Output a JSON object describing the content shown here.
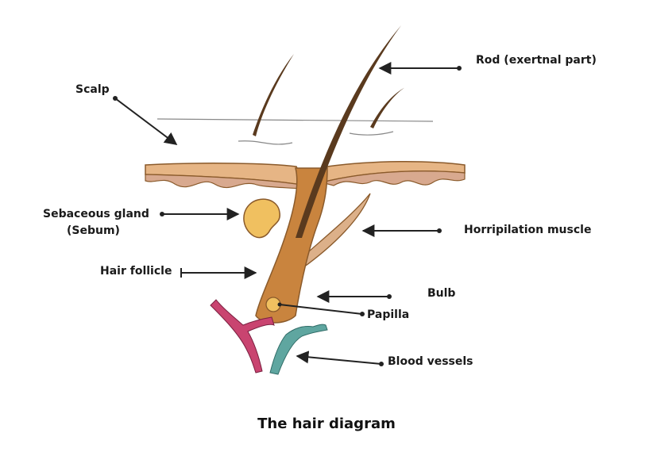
{
  "labels": {
    "rod": "Rod (exertnal part)",
    "scalp": "Scalp",
    "sebaceous_line1": "Sebaceous gland",
    "sebaceous_line2": "(Sebum)",
    "horripilation": "Horripilation muscle",
    "hair_follicle": "Hair follicle",
    "bulb": "Bulb",
    "papilla": "Papilla",
    "blood_vessels": "Blood vessels"
  },
  "caption": "The hair diagram",
  "colors": {
    "skin_tan": "#e6b585",
    "skin_edge": "#8a5a2b",
    "dermis": "#d8a98f",
    "hair": "#5a3a1e",
    "follicle": "#c9843e",
    "gland": "#f0c060",
    "muscle": "#dcb089",
    "vessel_red": "#c94470",
    "vessel_teal": "#5fa6a0",
    "arrow": "#222222"
  }
}
